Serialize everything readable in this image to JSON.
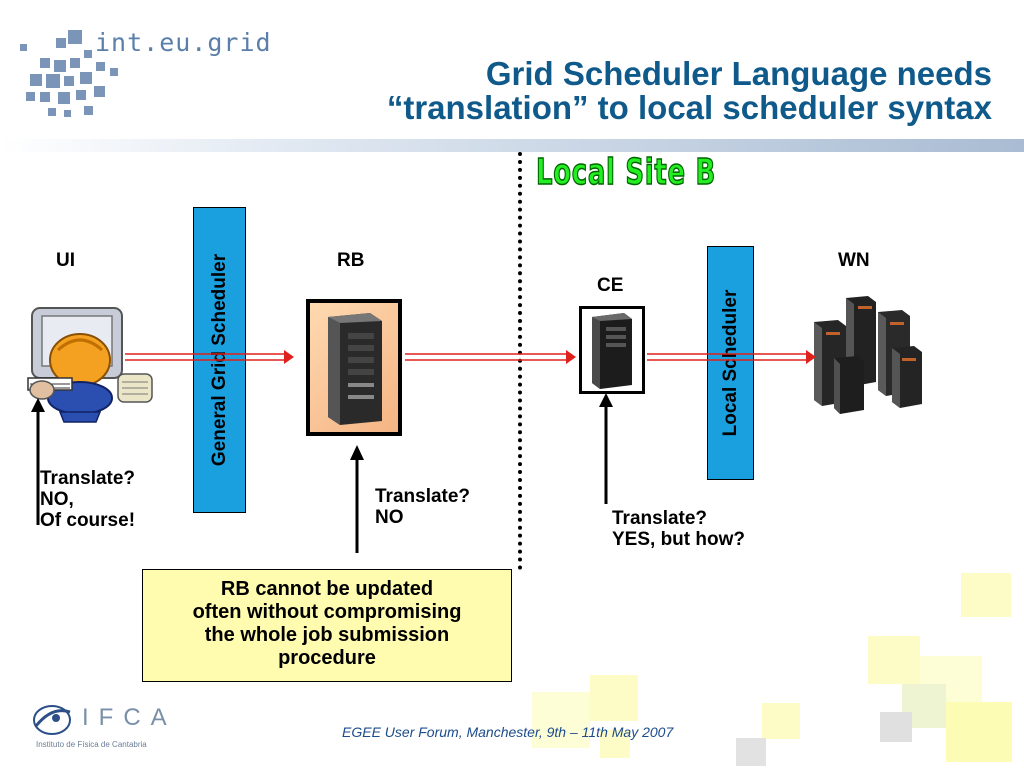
{
  "header": {
    "logo_text": "int.eu.grid",
    "title_line1": "Grid Scheduler Language needs",
    "title_line2": "“translation” to local scheduler syntax"
  },
  "site_label": "Local Site B",
  "nodes": {
    "ui": "UI",
    "rb": "RB",
    "ce": "CE",
    "wn": "WN"
  },
  "bars": {
    "general": "General Grid Scheduler",
    "local": "Local Scheduler"
  },
  "notes": {
    "ui": [
      "Translate?",
      "NO,",
      "Of course!"
    ],
    "rb": [
      "Translate?",
      "NO"
    ],
    "ce": [
      "Translate?",
      "YES, but how?"
    ]
  },
  "callout": [
    "RB cannot be updated",
    "often without compromising",
    "the whole job submission",
    "procedure"
  ],
  "footer": {
    "event": "EGEE User Forum, Manchester, 9th – 11th May 2007",
    "ifca_logo": "IFCA",
    "ifca_name": "Instituto de Física de Cantabria"
  },
  "colors": {
    "title": "#0f5a8a",
    "scheduler_bar": "#1a9fdf",
    "callout": "#fffcb0",
    "arrow": "#e0201c",
    "site_label": "#22ee22"
  },
  "icons": [
    "grid-logo-icon",
    "user-at-computer-icon",
    "rb-server-icon",
    "ce-server-icon",
    "wn-server-cluster-icon",
    "ifca-logo-icon"
  ]
}
